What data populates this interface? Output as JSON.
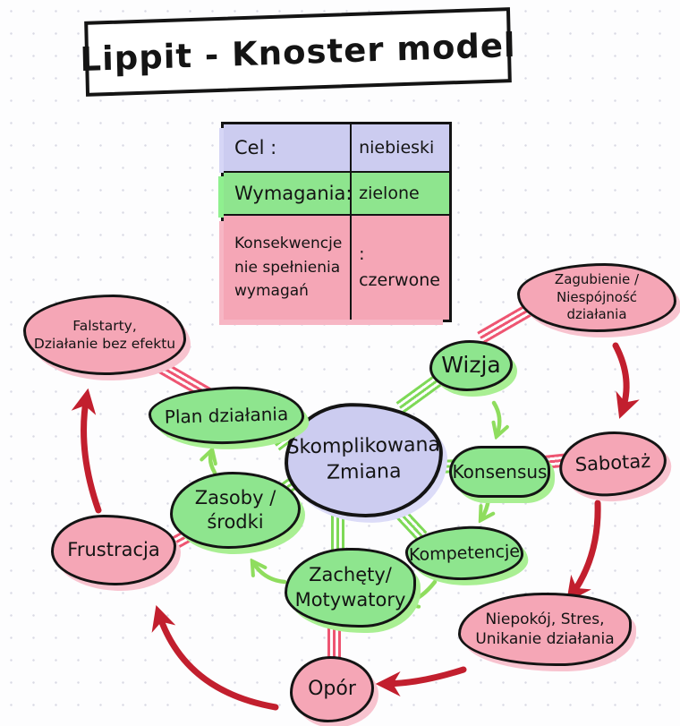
{
  "title": "Lippit - Knoster model",
  "legend": {
    "rows": [
      {
        "label": "Cel :",
        "value": "niebieski"
      },
      {
        "label": "Wymagania:",
        "value": "zielone"
      },
      {
        "label": "Konsekwencje\nnie spełnienia\nwymagań",
        "value": ": czerwone"
      }
    ]
  },
  "diagram": {
    "center": "Skomplikowana\nZmiana",
    "green": {
      "vision": "Wizja",
      "consensus": "Konsensus",
      "competencies": "Kompetencje",
      "incentives": "Zachęty/\nMotywatory",
      "resources": "Zasoby /\nśrodki",
      "plan": "Plan działania"
    },
    "red": {
      "confusion": "Zagubienie /\nNiespójność działania",
      "sabotage": "Sabotaż",
      "anxiety": "Niepokój, Stres,\nUnikanie działania",
      "resistance": "Opór",
      "frustration": "Frustracja",
      "false_starts": "Falstarty,\nDziałanie bez efektu"
    }
  },
  "colors": {
    "goal_fill": "#ccccf0",
    "requirement_fill": "#8ee58e",
    "consequence_fill": "#f5a6b6",
    "connector_green": "#7ed957",
    "connector_red": "#ee5572",
    "arrow_dark_red": "#c21f2e",
    "arrow_light_green": "#8fdd5e",
    "outline": "#141414"
  }
}
